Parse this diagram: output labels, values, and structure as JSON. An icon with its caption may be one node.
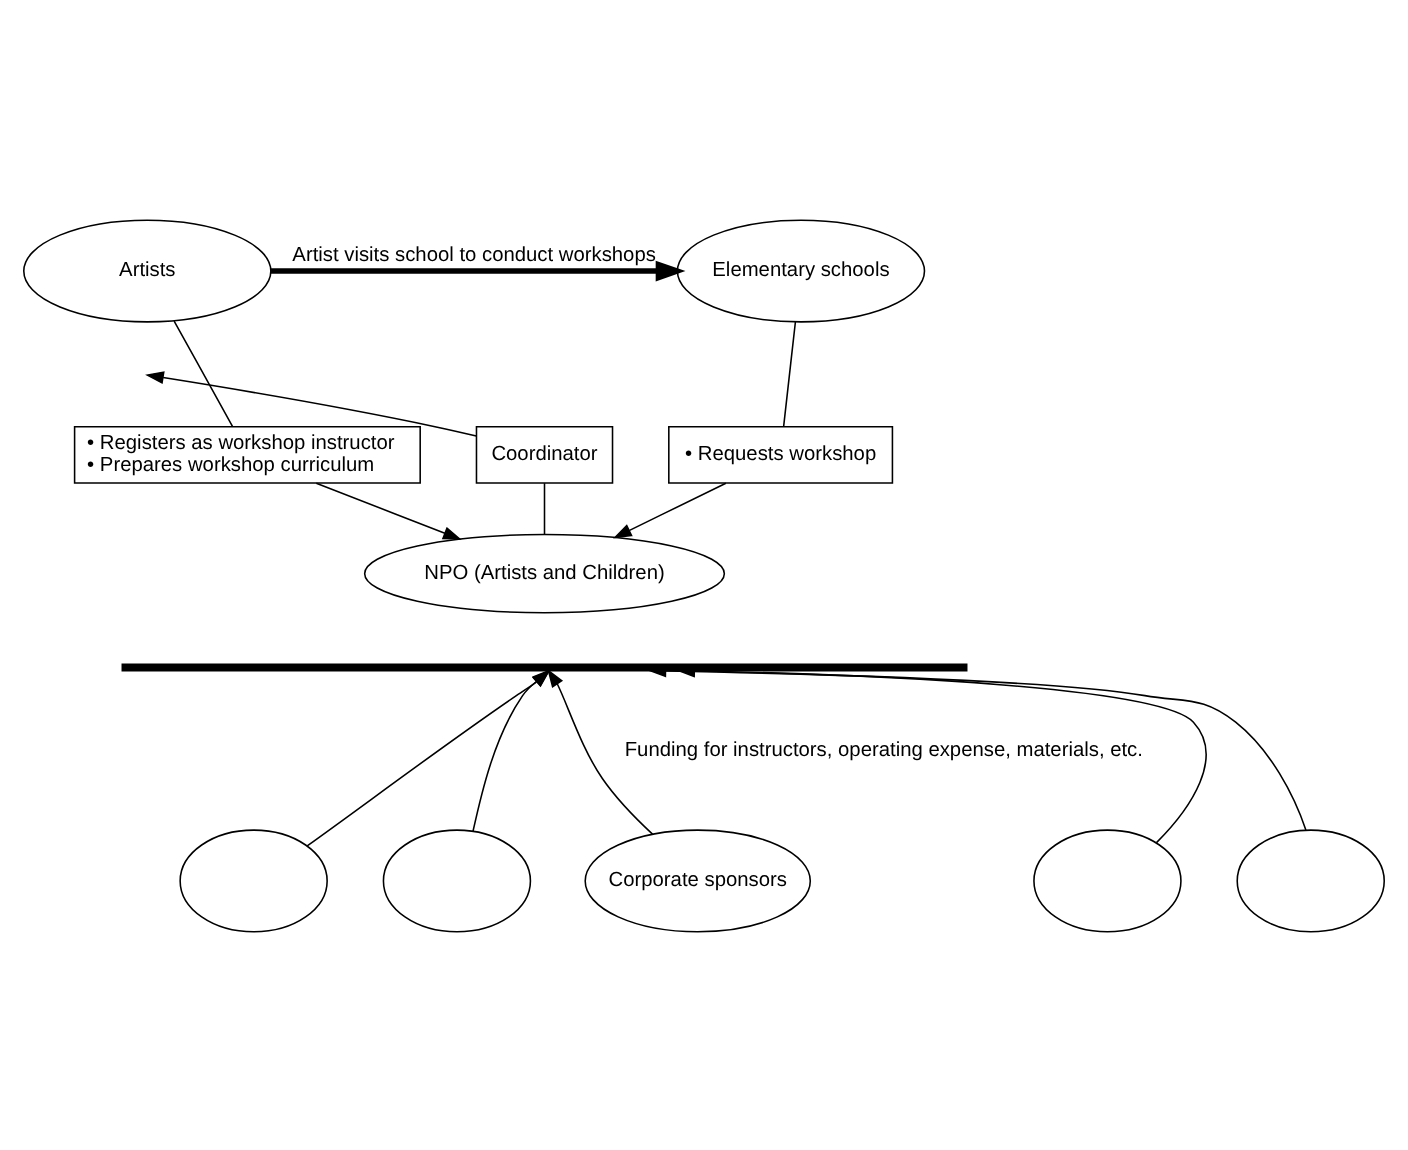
{
  "diagram": {
    "nodes": [
      {
        "text": [
          "Artists"
        ]
      },
      {
        "text": [
          "Elementary schools"
        ]
      },
      {
        "text": [
          "• Registers as workshop instructor",
          "• Prepares workshop curriculum"
        ]
      },
      {
        "text": [
          "Coordinator"
        ]
      },
      {
        "text": [
          "• Requests workshop"
        ]
      },
      {
        "text": [
          "NPO (Artists and Children)"
        ]
      },
      {
        "text": [],
        "shape": "bar"
      },
      {
        "text": [],
        "shape": "circle"
      },
      {
        "text": [],
        "shape": "circle"
      },
      {
        "text": [
          "Corporate sponsors"
        ]
      },
      {
        "text": [],
        "shape": "circle"
      },
      {
        "text": [],
        "shape": "circle"
      }
    ],
    "edges": [
      {
        "from": 0,
        "to": 1,
        "arrow": "to",
        "label": "Artist visits school to conduct workshops",
        "style": "thick"
      },
      {
        "from": 0,
        "to": 2,
        "arrow": "none"
      },
      {
        "from": 2,
        "to": 5,
        "arrow": "to"
      },
      {
        "from": 5,
        "to": 3,
        "arrow": "none"
      },
      {
        "from": 3,
        "to": null,
        "arrow": "to"
      },
      {
        "from": 1,
        "to": 4,
        "arrow": "none"
      },
      {
        "from": 4,
        "to": 5,
        "arrow": "to"
      },
      {
        "from": 7,
        "to": 6,
        "arrow": "to"
      },
      {
        "from": 8,
        "to": 6,
        "arrow": "to"
      },
      {
        "from": 9,
        "to": 6,
        "arrow": "to"
      },
      {
        "from": 10,
        "to": 6,
        "arrow": "to"
      },
      {
        "from": 11,
        "to": 6,
        "arrow": "to"
      }
    ],
    "labels": [
      "Funding for instructors, operating expense, materials, etc."
    ]
  }
}
